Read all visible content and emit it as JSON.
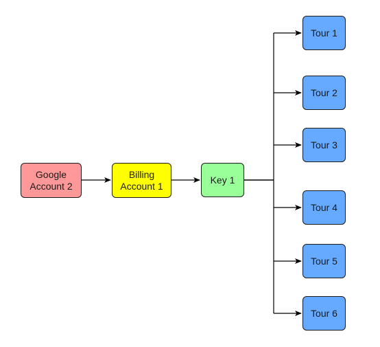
{
  "diagram": {
    "nodes": {
      "google_account": {
        "label": "Google Account 2",
        "color": "#ff9999"
      },
      "billing_account": {
        "label": "Billing Account 1",
        "color": "#ffff00"
      },
      "key": {
        "label": "Key 1",
        "color": "#99ff99"
      },
      "tours": [
        {
          "label": "Tour 1",
          "color": "#66aaff"
        },
        {
          "label": "Tour 2",
          "color": "#66aaff"
        },
        {
          "label": "Tour 3",
          "color": "#66aaff"
        },
        {
          "label": "Tour 4",
          "color": "#66aaff"
        },
        {
          "label": "Tour 5",
          "color": "#66aaff"
        },
        {
          "label": "Tour 6",
          "color": "#66aaff"
        }
      ]
    },
    "edges": [
      {
        "from": "Google Account 2",
        "to": "Billing Account 1"
      },
      {
        "from": "Billing Account 1",
        "to": "Key 1"
      },
      {
        "from": "Key 1",
        "to": "Tour 1"
      },
      {
        "from": "Key 1",
        "to": "Tour 2"
      },
      {
        "from": "Key 1",
        "to": "Tour 3"
      },
      {
        "from": "Key 1",
        "to": "Tour 4"
      },
      {
        "from": "Key 1",
        "to": "Tour 5"
      },
      {
        "from": "Key 1",
        "to": "Tour 6"
      }
    ],
    "line_color": "#000000"
  }
}
